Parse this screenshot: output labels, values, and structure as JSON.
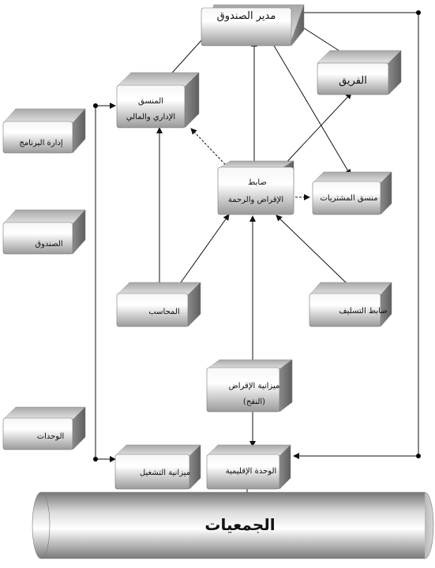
{
  "boxes": {
    "fund_manager": "مدير الصندوق",
    "team": "الفريق",
    "admin_coordinator_line1": "المنسق",
    "admin_coordinator_line2": "الإداري والمالي",
    "program_management": "إدارة البرنامج",
    "loans_officer_line1": "ضابط",
    "loans_officer_line2": "الإقراض والرحمة",
    "procurement_coordinator": "منسق المشتريات",
    "fund": "الصندوق",
    "accountant": "المحاسب",
    "marketing_officer": "ضابط التسليف",
    "lending_budget_line1": "ميزانية الإقراض",
    "lending_budget_line2": "(النفح)",
    "units": "الوحدات",
    "operating_budget": "ميزانية التشغيل",
    "regional_unit": "الوحدة الإقليمية",
    "associations": "الجمعيات"
  }
}
